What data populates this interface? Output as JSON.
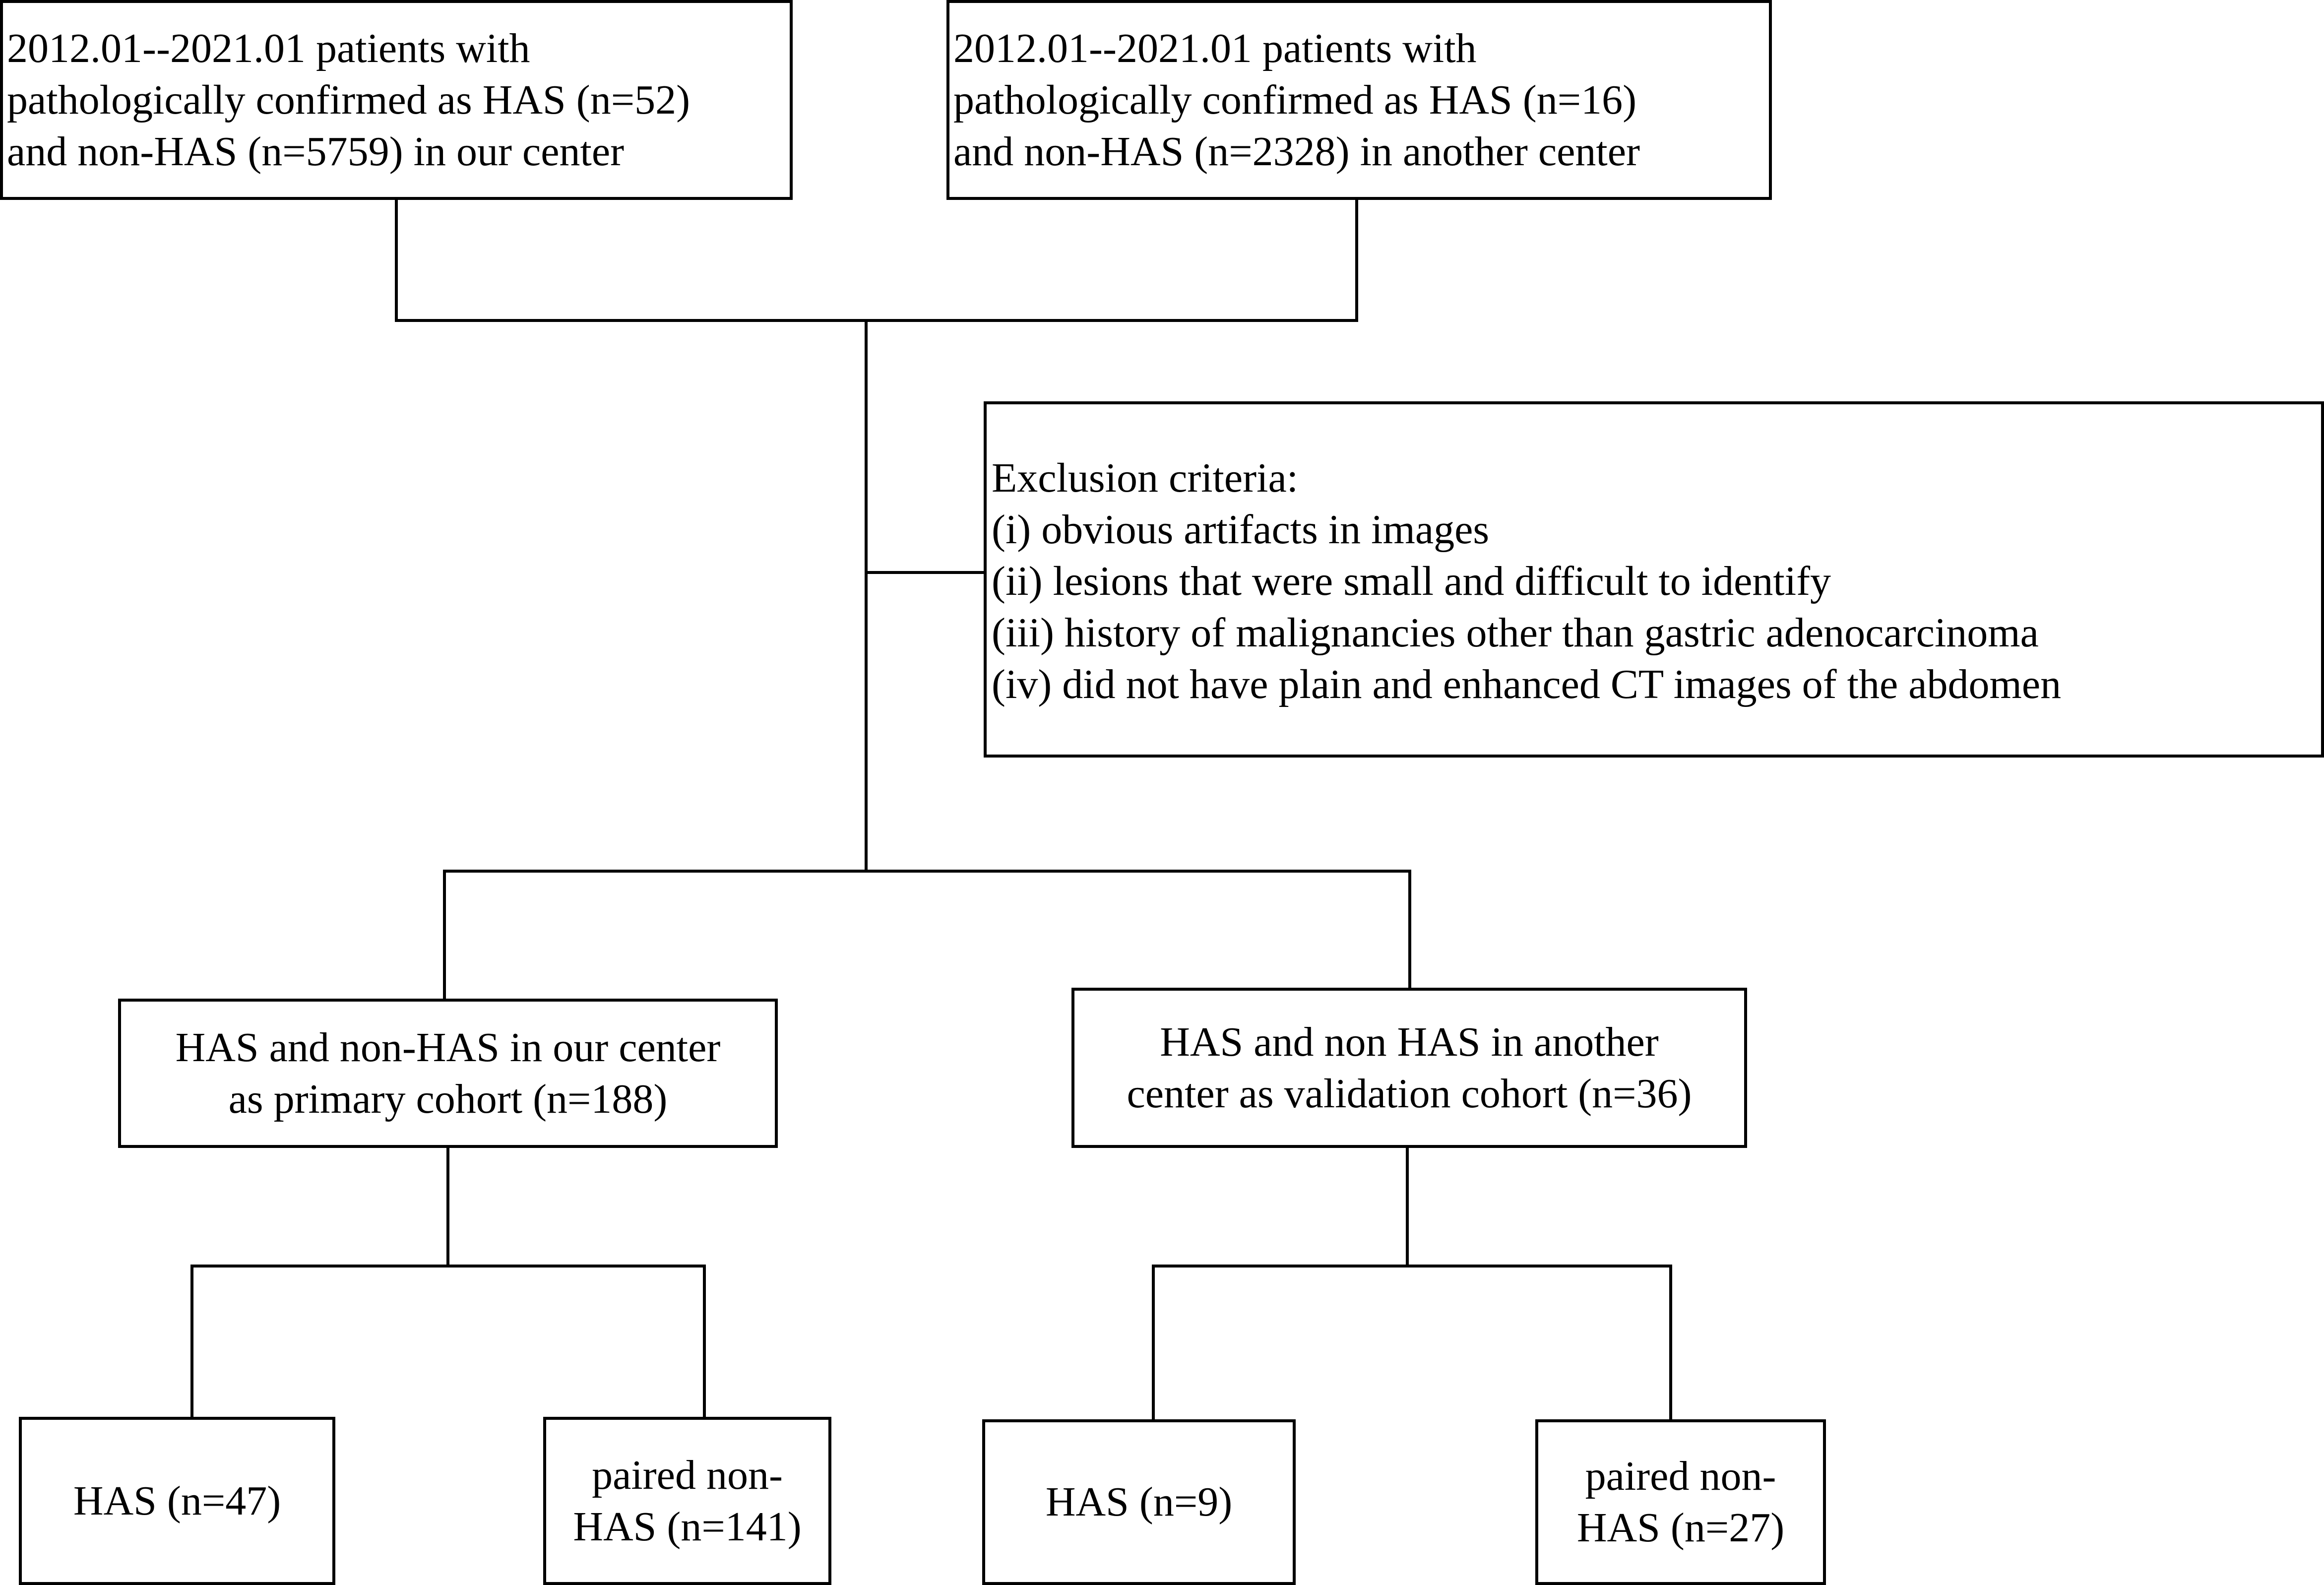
{
  "source_left": {
    "text": "2012.01--2021.01 patients with\npathologically confirmed as HAS (n=52)\nand non-HAS (n=5759)  in our center"
  },
  "source_right": {
    "text": "2012.01--2021.01 patients with\npathologically confirmed as HAS (n=16)\nand non-HAS (n=2328) in another center"
  },
  "exclusion": {
    "text": "Exclusion criteria:\n(i) obvious artifacts in images\n(ii) lesions that were small and difficult to identify\n(iii) history of malignancies other than gastric adenocarcinoma\n(iv) did not have plain and enhanced CT images of the abdomen"
  },
  "primary_cohort": {
    "text": "HAS  and non-HAS in our center\nas primary cohort (n=188)"
  },
  "validation_cohort": {
    "text": "HAS  and non HAS in another\ncenter as validation cohort (n=36)"
  },
  "primary_has": {
    "text": "HAS (n=47)"
  },
  "primary_nonhas": {
    "text": "paired non-\nHAS (n=141)"
  },
  "validation_has": {
    "text": "HAS (n=9)"
  },
  "validation_nonhas": {
    "text": "paired non-\nHAS (n=27)"
  },
  "colors": {
    "line": "#000000",
    "background": "#ffffff"
  }
}
